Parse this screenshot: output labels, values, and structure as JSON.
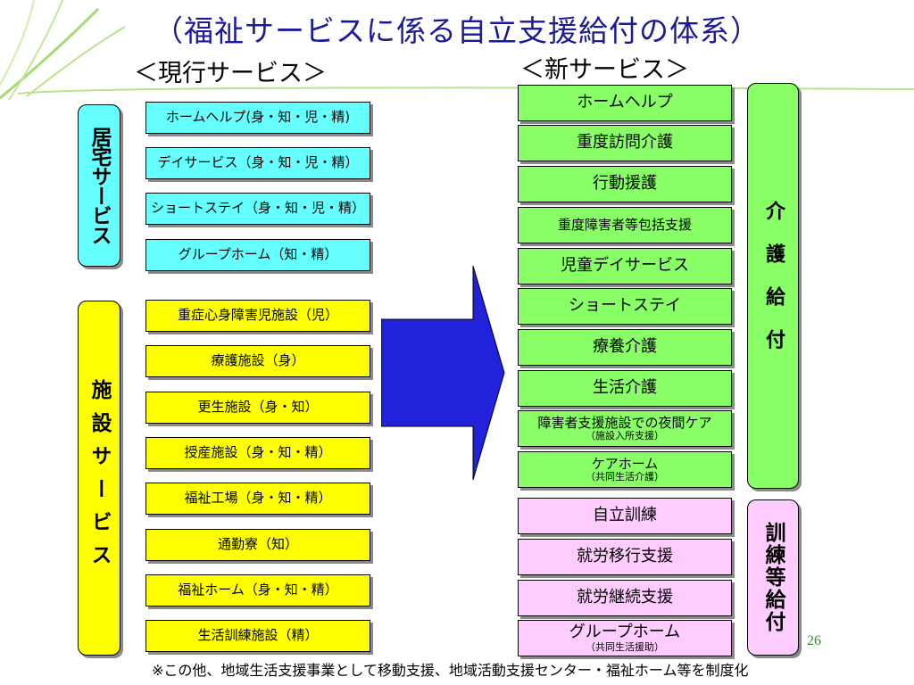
{
  "title": "（福祉サービスに係る自立支援給付の体系）",
  "current_heading": "＜現行サービス＞",
  "new_heading": "＜新サービス＞",
  "current": {
    "home_label": "居宅サービス",
    "home_items": [
      "ホームヘルプ(身・知・児・精)",
      "デイサービス（身・知・児・精）",
      "ショートステイ（身・知・児・精）",
      "グループホーム（知・精）"
    ],
    "facility_label": "施設サービス",
    "facility_items": [
      "重症心身障害児施設（児）",
      "療護施設（身）",
      "更生施設（身・知）",
      "授産施設（身・知・精）",
      "福祉工場（身・知・精）",
      "通勤寮（知）",
      "福祉ホーム（身・知・精）",
      "生活訓練施設（精）"
    ]
  },
  "new": {
    "care_label": "介護給付",
    "care_items": [
      {
        "main": "ホームヘルプ",
        "sub": ""
      },
      {
        "main": "重度訪問介護",
        "sub": ""
      },
      {
        "main": "行動援護",
        "sub": ""
      },
      {
        "main": "重度障害者等包括支援",
        "sub": ""
      },
      {
        "main": "児童デイサービス",
        "sub": ""
      },
      {
        "main": "ショートステイ",
        "sub": ""
      },
      {
        "main": "療養介護",
        "sub": ""
      },
      {
        "main": "生活介護",
        "sub": ""
      },
      {
        "main": "障害者支援施設での夜間ケア",
        "sub": "（施設入所支援）"
      },
      {
        "main": "ケアホーム",
        "sub": "（共同生活介護）"
      }
    ],
    "training_label": "訓練等給付",
    "training_items": [
      {
        "main": "自立訓練",
        "sub": ""
      },
      {
        "main": "就労移行支援",
        "sub": ""
      },
      {
        "main": "就労継続支援",
        "sub": ""
      },
      {
        "main": "グループホーム",
        "sub": "（共同生活援助）"
      }
    ]
  },
  "footnote": "※この他、地域生活支援事業として移動支援、地域活動支援センター・福祉ホーム等を制度化",
  "page_number": "26",
  "colors": {
    "title": "#1a1a9a",
    "home": "#66ffff",
    "facility": "#ffff00",
    "care": "#88ff66",
    "training": "#ffccff",
    "arrow": "#2222dd"
  }
}
